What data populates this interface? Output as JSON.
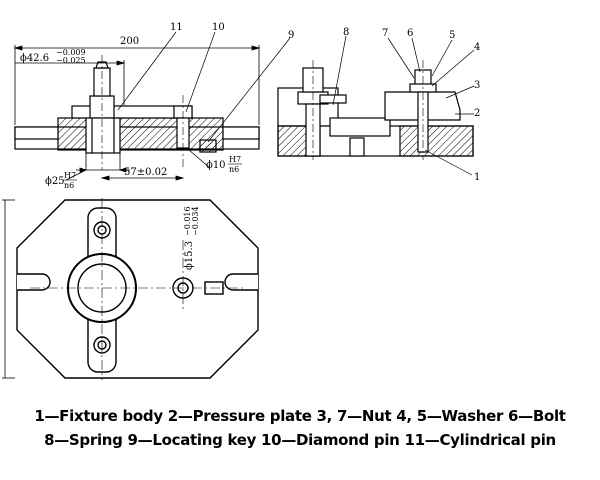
{
  "dimensions": {
    "overall_length": "200",
    "bore_dia": "ϕ42.6",
    "bore_tol_upper": "−0.009",
    "bore_tol_lower": "−0.025",
    "pin_dia": "ϕ25",
    "pin_fit_num": "H7",
    "pin_fit_den": "n6",
    "center_distance": "57±0.02",
    "diamond_dia": "ϕ10",
    "diamond_fit_num": "H7",
    "diamond_fit_den": "n6",
    "hole_dia": "ϕ15.3",
    "hole_tol_upper": "−0.016",
    "hole_tol_lower": "−0.034"
  },
  "callouts": [
    "1",
    "2",
    "3",
    "4",
    "5",
    "6",
    "7",
    "8",
    "9",
    "10",
    "11"
  ],
  "legend": {
    "line1": "1—Fixture body  2—Pressure plate  3, 7—Nut  4, 5—Washer  6—Bolt",
    "line2": "8—Spring  9—Locating key  10—Diamond pin  11—Cylindrical pin"
  }
}
